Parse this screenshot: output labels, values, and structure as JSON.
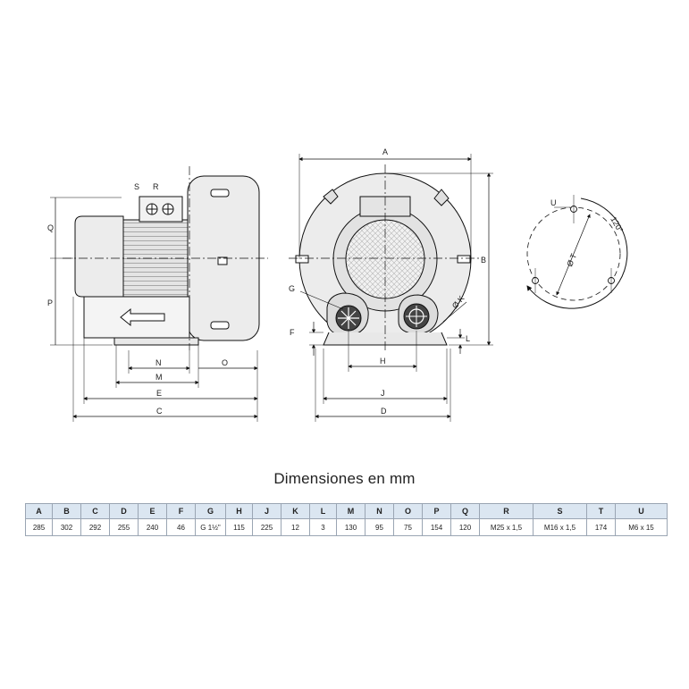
{
  "table": {
    "title": "Dimensiones en mm",
    "columns": [
      "A",
      "B",
      "C",
      "D",
      "E",
      "F",
      "G",
      "H",
      "J",
      "K",
      "L",
      "M",
      "N",
      "O",
      "P",
      "Q",
      "R",
      "S",
      "T",
      "U"
    ],
    "values": [
      "285",
      "302",
      "292",
      "255",
      "240",
      "46",
      "G 1½\"",
      "115",
      "225",
      "12",
      "3",
      "130",
      "95",
      "75",
      "154",
      "120",
      "M25 x 1,5",
      "M16 x 1,5",
      "174",
      "M6 x 15"
    ]
  },
  "drawing": {
    "side_view_labels": {
      "S": "S",
      "R": "R",
      "Q": "Q",
      "P": "P",
      "N": "N",
      "O": "O",
      "M": "M",
      "E": "E",
      "C": "C"
    },
    "front_view_labels": {
      "A": "A",
      "B": "B",
      "G": "G",
      "K": "Ø K",
      "F": "F",
      "L": "L",
      "H": "H",
      "J": "J",
      "D": "D"
    },
    "flange_view_labels": {
      "U": "U",
      "T": "Ø T",
      "angle": "120°"
    }
  },
  "colors": {
    "table_header_bg": "#dbe6f1",
    "line": "#111111",
    "body_fill": "#ececec"
  }
}
